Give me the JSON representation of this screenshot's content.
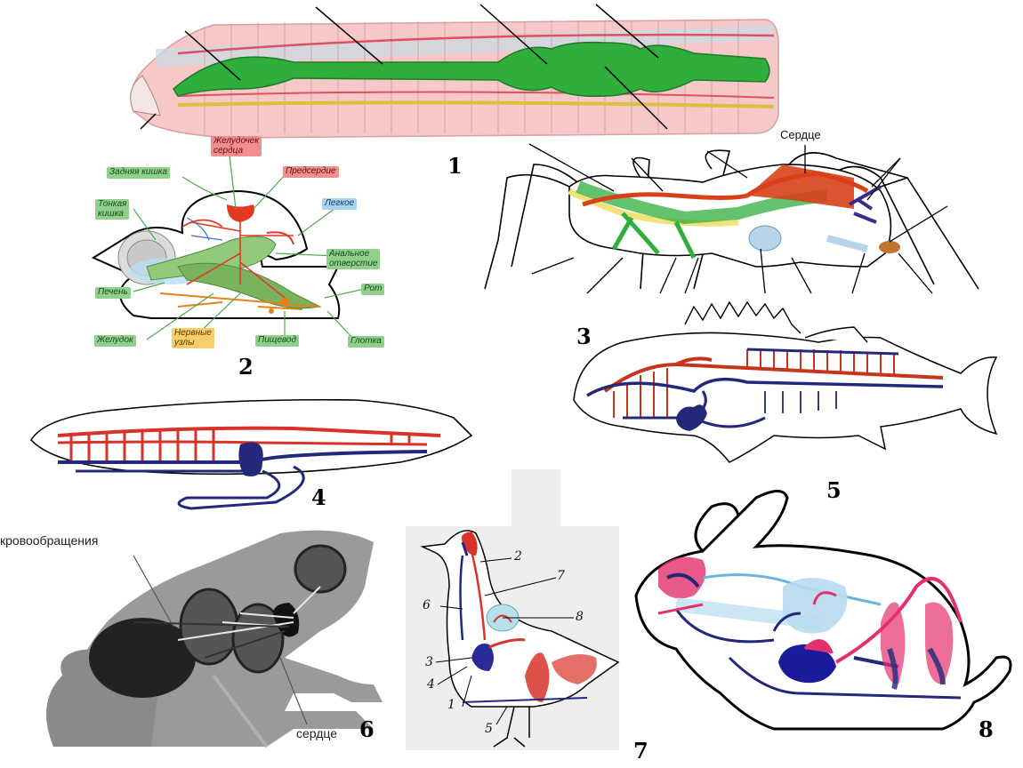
{
  "panel_numbers": {
    "p1": "1",
    "p2": "2",
    "p3": "3",
    "p4": "4",
    "p5": "5",
    "p6": "6",
    "p7": "7",
    "p8": "8"
  },
  "snail_labels": {
    "ventricle": "Желудочек\nсердца",
    "hindgut": "Задняя кишка",
    "atrium": "Предсердие",
    "small_intestine": "Тонкая\nкишка",
    "lung": "Легкое",
    "anal_opening": "Анальное\nотверстие",
    "mouth": "Рот",
    "liver": "Печень",
    "stomach": "Желудок",
    "ganglia": "Нервные\nузлы",
    "esophagus": "Пищевод",
    "pharynx": "Глотка"
  },
  "insect_heart_label": "Сердце",
  "frog_labels": {
    "top": "кровообращения",
    "heart": "сердце"
  },
  "bird_numbers": [
    "1",
    "2",
    "3",
    "4",
    "5",
    "6",
    "7",
    "8"
  ],
  "colors": {
    "artery": "#d8322a",
    "vein": "#24287a",
    "gut": "#2fae3c",
    "snail_red": "#e23a22",
    "pink": "#e4306e"
  }
}
